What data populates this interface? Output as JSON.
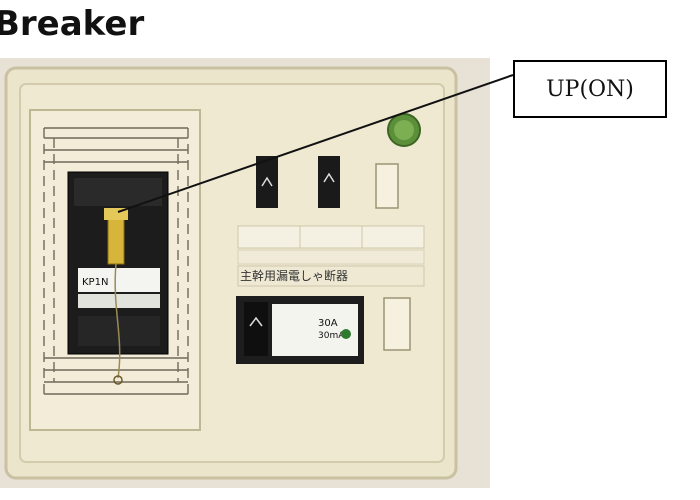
{
  "page": {
    "title": "Breaker"
  },
  "photo": {
    "breaker_label": "KP1N",
    "panel_caption": "主幹用漏電しゃ断器",
    "rating_main": "30A",
    "rating_sub": "30mA",
    "colors": {
      "panel": "#ece6cf",
      "breaker": "#1c1c1c",
      "tag": "#d6b53a"
    }
  },
  "callout": {
    "label": "UP(ON)"
  }
}
